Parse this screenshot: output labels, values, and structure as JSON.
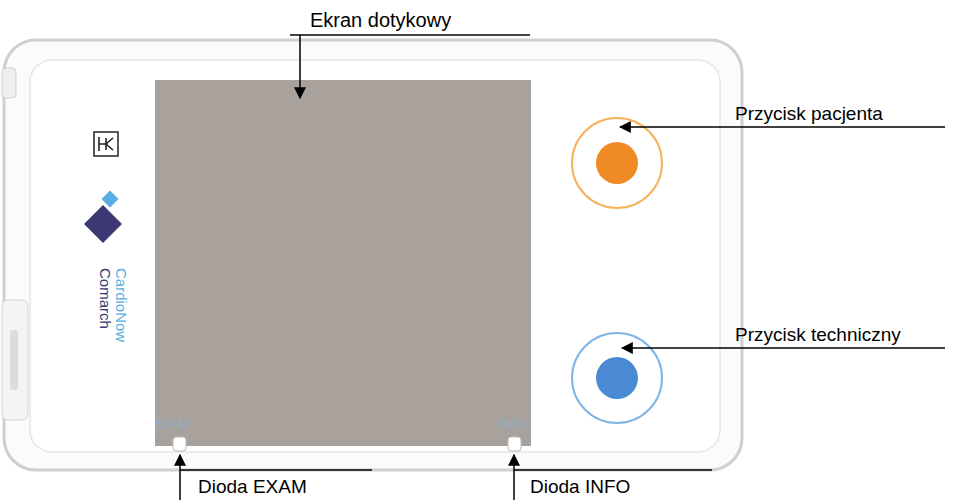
{
  "diagram": {
    "labels": [
      "Ekran dotykowy",
      "Przycisk pacjenta",
      "Przycisk techniczny",
      "Dioda EXAM",
      "Dioda INFO",
      "EXAM",
      "INFO",
      "Comarch",
      "CardioNow"
    ]
  }
}
